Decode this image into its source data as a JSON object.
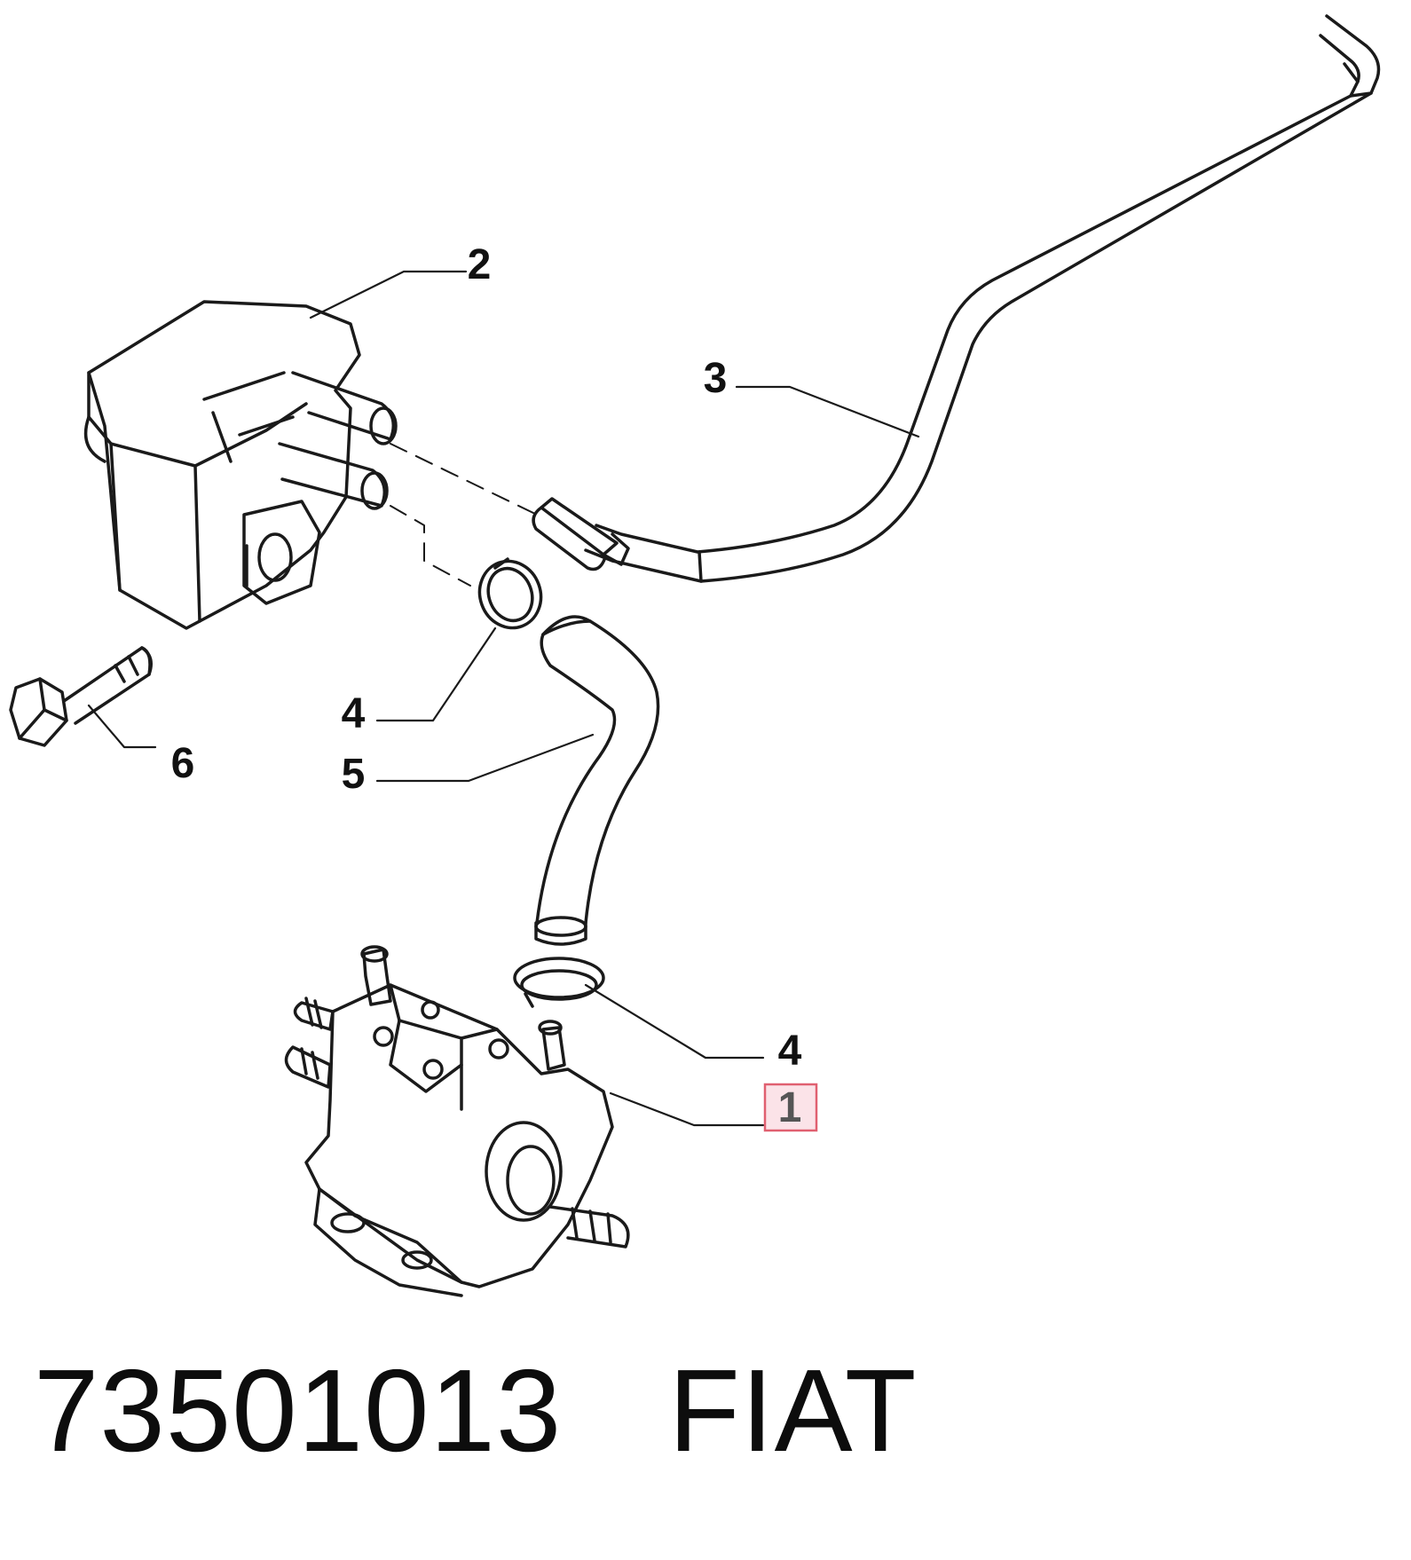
{
  "callouts": {
    "c1": "1",
    "c2": "2",
    "c3": "3",
    "c4a": "4",
    "c4b": "4",
    "c5": "5",
    "c6": "6"
  },
  "footer": {
    "part_number": "73501013",
    "brand": "FIAT"
  },
  "colors": {
    "line": "#1a1a1a",
    "highlight_box_border": "#e06070",
    "highlight_box_fill": "#fbe3e8"
  }
}
